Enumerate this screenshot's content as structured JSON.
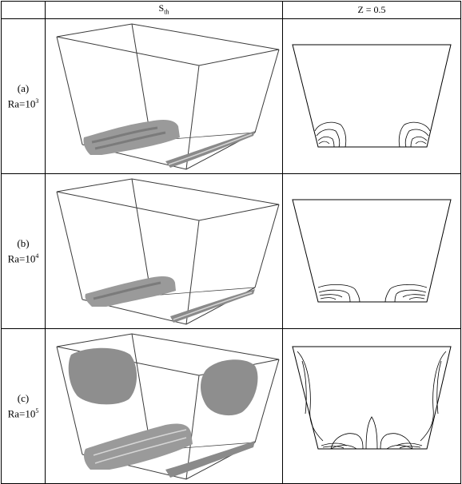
{
  "header": {
    "col1": "",
    "col2_main": "S",
    "col2_sub": "th",
    "col3": "Z = 0.5"
  },
  "rows": [
    {
      "label": "(a)",
      "ra_base": "Ra=10",
      "ra_exp": "3"
    },
    {
      "label": "(b)",
      "ra_base": "Ra=10",
      "ra_exp": "4"
    },
    {
      "label": "(c)",
      "ra_base": "Ra=10",
      "ra_exp": "5"
    }
  ],
  "colors": {
    "frame": "#3a3a3a",
    "iso_dark": "#6e6e6e",
    "iso_mid": "#9a9a9a",
    "iso_light": "#d6d6d6",
    "contour": "#000000"
  }
}
